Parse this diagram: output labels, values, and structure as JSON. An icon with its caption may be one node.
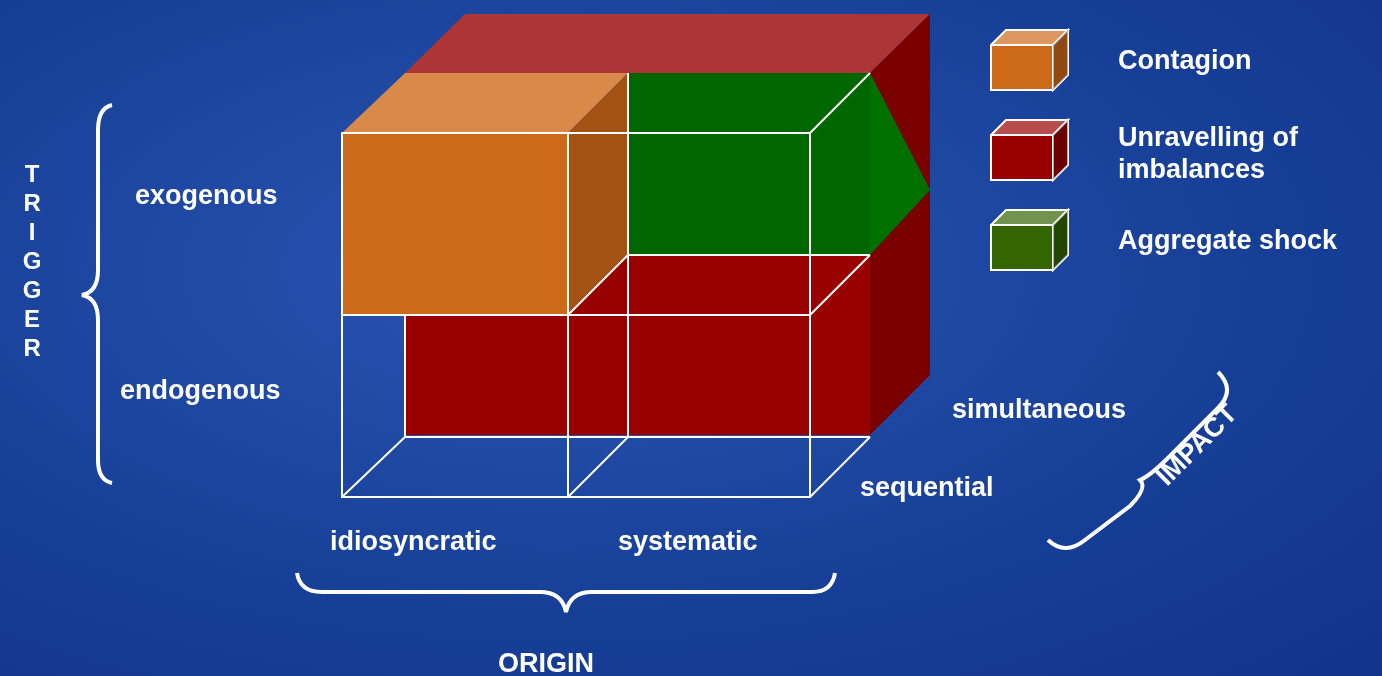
{
  "diagram": {
    "labels": [
      "TRIGGER",
      "exogenous",
      "endogenous",
      "idiosyncratic",
      "systematic",
      "ORIGIN",
      "simultaneous",
      "sequential",
      "IMPACT"
    ],
    "legend": [
      {
        "text": "Contagion",
        "color": "#cc6a1a"
      },
      {
        "text": "Unravelling of imbalances",
        "color": "#990000"
      },
      {
        "text": "Aggregate shock",
        "color": "#336600"
      }
    ]
  }
}
